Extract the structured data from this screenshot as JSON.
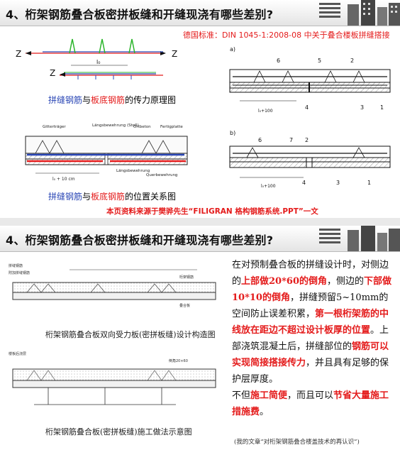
{
  "slide1": {
    "title": "4、桁架钢筋叠合板密拼板缝和开缝现浇有哪些差别?",
    "standard": "德国标准：DIN 1045-1:2008-08 中关于叠合楼板拼缝搭接",
    "z_label": "Z",
    "l0_label": "l₀",
    "caption1": {
      "part1": "拼缝钢筋",
      "join": "与",
      "part2": "板底钢筋",
      "rest": "的传力原理图"
    },
    "caption2": {
      "part1": "拼缝钢筋",
      "join": "与",
      "part2": "板底钢筋",
      "rest": "的位置关系图"
    },
    "german_labels": {
      "gitter": "Gitterträger",
      "laengs_stoss": "Längsbewehrung (Stoß)",
      "ortbeton": "Ortbeton",
      "fertigplatte": "Fertigplatte",
      "laengs": "Längsbewehrung",
      "quer": "Querbewehrung",
      "dim": "l₀ + 10 cm"
    },
    "fig_a_label": "a)",
    "fig_b_label": "b)",
    "fig_a_numbers": [
      "6",
      "5",
      "2",
      "4",
      "3",
      "1"
    ],
    "fig_b_numbers": [
      "6",
      "7",
      "2",
      "4",
      "3",
      "1"
    ],
    "fig_a_dim": "l₀+100",
    "fig_b_dim": "l₀+100",
    "source_note": "本页资料来源于樊骅先生“FILIGRAN 格构钢筋系统.PPT”一文"
  },
  "slide2": {
    "title": "4、桁架钢筋叠合板密拼板缝和开缝现浇有哪些差别?",
    "drawing1_caption": "桁架钢筋叠合板双向受力板(密拼板缝)设计构造图",
    "drawing2_caption": "桁架钢筋叠合板(密拼板缝)施工做法示意图",
    "drawing_small_labels": [
      "拼缝钢筋",
      "附加拼缝钢筋",
      "桁架钢筋",
      "叠合板",
      "楼板后浇层",
      "倒角20×60"
    ],
    "paragraph1": [
      {
        "t": "在对预制叠合板的拼缝设计时，对侧边的",
        "r": false
      },
      {
        "t": "上部做20*60的倒角",
        "r": true
      },
      {
        "t": "，侧边的",
        "r": false
      },
      {
        "t": "下部做10*10的倒角",
        "r": true
      },
      {
        "t": "，拼缝预留5~10mm的空间防止误差积累，",
        "r": false
      },
      {
        "t": "第一根桁架筋的中线放在距边不超过设计板厚的位置",
        "r": true
      },
      {
        "t": "。上部浇筑混凝土后，拼缝部位的",
        "r": false
      },
      {
        "t": "钢筋可以实现简接搭接传力",
        "r": true
      },
      {
        "t": "，并且具有足够的保护层厚度。",
        "r": false
      }
    ],
    "paragraph2": [
      {
        "t": "不但",
        "r": false
      },
      {
        "t": "施工简便",
        "r": true
      },
      {
        "t": "，而且可以",
        "r": false
      },
      {
        "t": "节省大量施工措施费",
        "r": true
      },
      {
        "t": "。",
        "r": false
      }
    ],
    "footnote": "(我的文章“对桁架钢筋叠合楼盖技术的再认识”)"
  },
  "colors": {
    "accent_red": "#e41b1b",
    "accent_blue": "#2a46b5",
    "rebar_green": "#2bb52b"
  }
}
